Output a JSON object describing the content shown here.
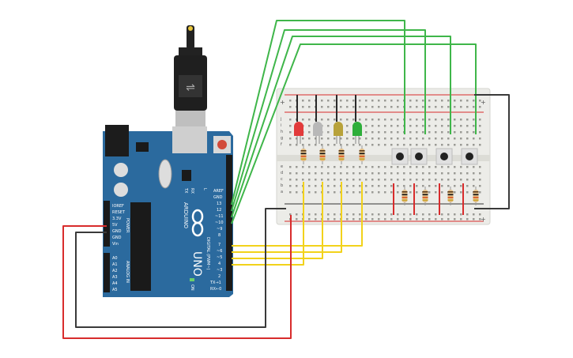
{
  "arduino": {
    "model": "UNO",
    "brand": "ARDUINO",
    "header_labels": {
      "aref": "AREF",
      "gnd": "GND",
      "d13": "13",
      "d12": "12",
      "d11": "~11",
      "d10": "~10",
      "d9": "~9",
      "d8": "8",
      "d7": "7",
      "d6": "~6",
      "d5": "~5",
      "d4": "4",
      "d3": "~3",
      "d2": "2",
      "tx": "TX→1",
      "rx": "RX←0",
      "digital": "DIGITAL (PWM~)"
    },
    "power_labels": [
      "IOREF",
      "RESET",
      "3.3V",
      "5V",
      "GND",
      "GND",
      "Vin"
    ],
    "power_title": "POWER",
    "analog_labels": [
      "A0",
      "A1",
      "A2",
      "A3",
      "A4",
      "A5"
    ],
    "analog_title": "ANALOG IN",
    "led_labels": {
      "tx": "TX",
      "rx": "RX",
      "l": "L",
      "on": "ON"
    }
  },
  "breadboard": {
    "row_letters_top": [
      "j",
      "i",
      "h",
      "g",
      "f"
    ],
    "row_letters_bottom": [
      "e",
      "d",
      "c",
      "b",
      "a"
    ],
    "rail_plus": "+",
    "rail_minus": "-"
  },
  "components": {
    "leds": [
      {
        "name": "red-led",
        "color": "#e23b3b"
      },
      {
        "name": "white-led",
        "color": "#b8b8b8"
      },
      {
        "name": "yellow-led",
        "color": "#b8a23a"
      },
      {
        "name": "green-led",
        "color": "#2eae3a"
      }
    ],
    "buttons": 4,
    "resistors": 8
  },
  "colors": {
    "board": "#2b6a9e",
    "wire_green": "#3fb64a",
    "wire_yellow": "#f2d21b",
    "wire_red": "#d82c2c",
    "wire_black": "#3a3a3a",
    "breadboard": "#ecece8"
  }
}
